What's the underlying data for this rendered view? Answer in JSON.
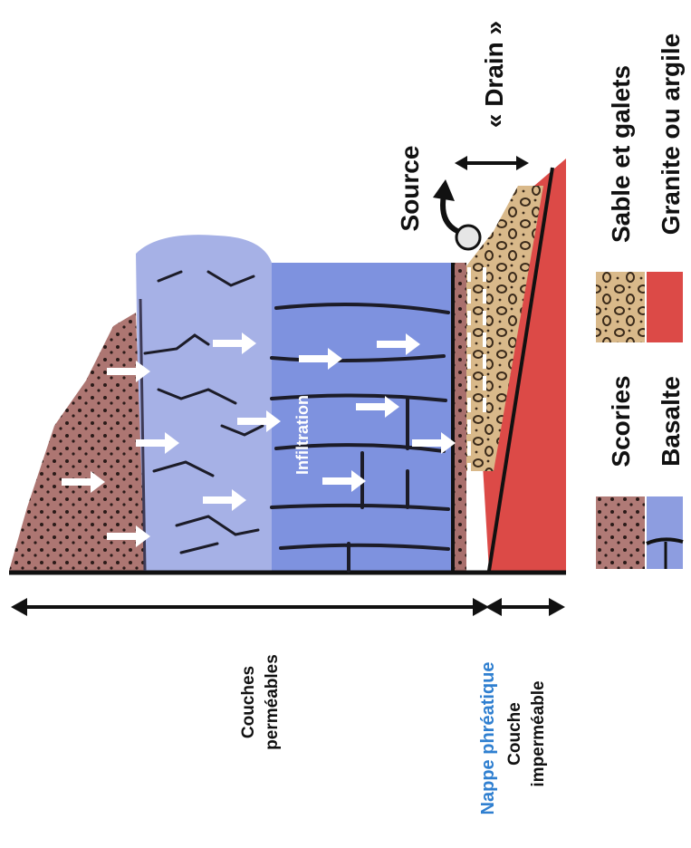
{
  "labels": {
    "source": "Source",
    "drain": "« Drain »",
    "infiltration": "Infiltration",
    "couches_line1": "Couches",
    "couches_line2": "perméables",
    "nappe": "Nappe phréatique",
    "couche_line1": "Couche",
    "couche_line2": "imperméable"
  },
  "legend": {
    "scories": "Scories",
    "basalte": "Basalte",
    "sable": "Sable et galets",
    "granite": "Granite ou argile"
  },
  "colors": {
    "scories": "#b07a76",
    "basalte": "#8d9de0",
    "sable": "#d9b98a",
    "granite": "#dc4a47",
    "nappe_text": "#2f7fd0",
    "ink": "#111111"
  }
}
